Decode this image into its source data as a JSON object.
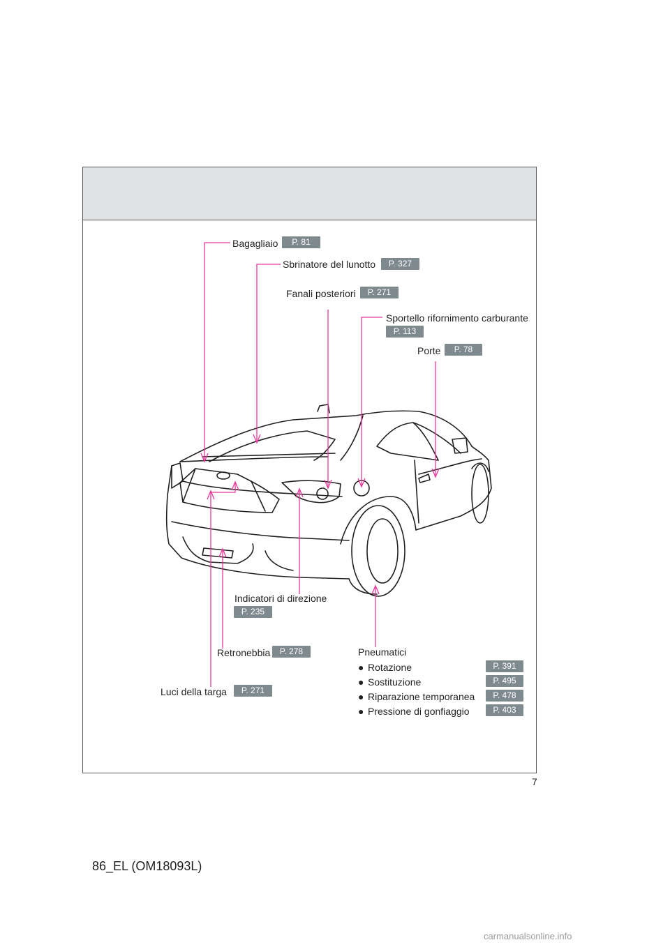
{
  "labels": {
    "bagagliaio": "Bagagliaio",
    "sbrinatore": "Sbrinatore del lunotto",
    "fanali": "Fanali posteriori",
    "sportello": "Sportello rifornimento carburante",
    "porte": "Porte",
    "indicatori": "Indicatori di direzione",
    "retronebbia": "Retronebbia",
    "luci_targa": "Luci della targa",
    "pneumatici": "Pneumatici"
  },
  "pages": {
    "bagagliaio": "P. 81",
    "sbrinatore": "P. 327",
    "fanali": "P. 271",
    "sportello": "P. 113",
    "porte": "P. 78",
    "indicatori": "P. 235",
    "retronebbia": "P. 278",
    "luci_targa": "P. 271"
  },
  "tyres": {
    "items": [
      {
        "label": "Rotazione",
        "page": "P. 391"
      },
      {
        "label": "Sostituzione",
        "page": "P. 495"
      },
      {
        "label": "Riparazione temporanea",
        "page": "P. 478"
      },
      {
        "label": "Pressione di gonfiaggio",
        "page": "P. 403"
      }
    ]
  },
  "page_number": "7",
  "footer_code": "86_EL (OM18093L)",
  "watermark": "carmanualsonline.info",
  "colors": {
    "callout": "#e8399a",
    "badge": "#7f8a8f",
    "header_band": "#e0e2e4"
  }
}
